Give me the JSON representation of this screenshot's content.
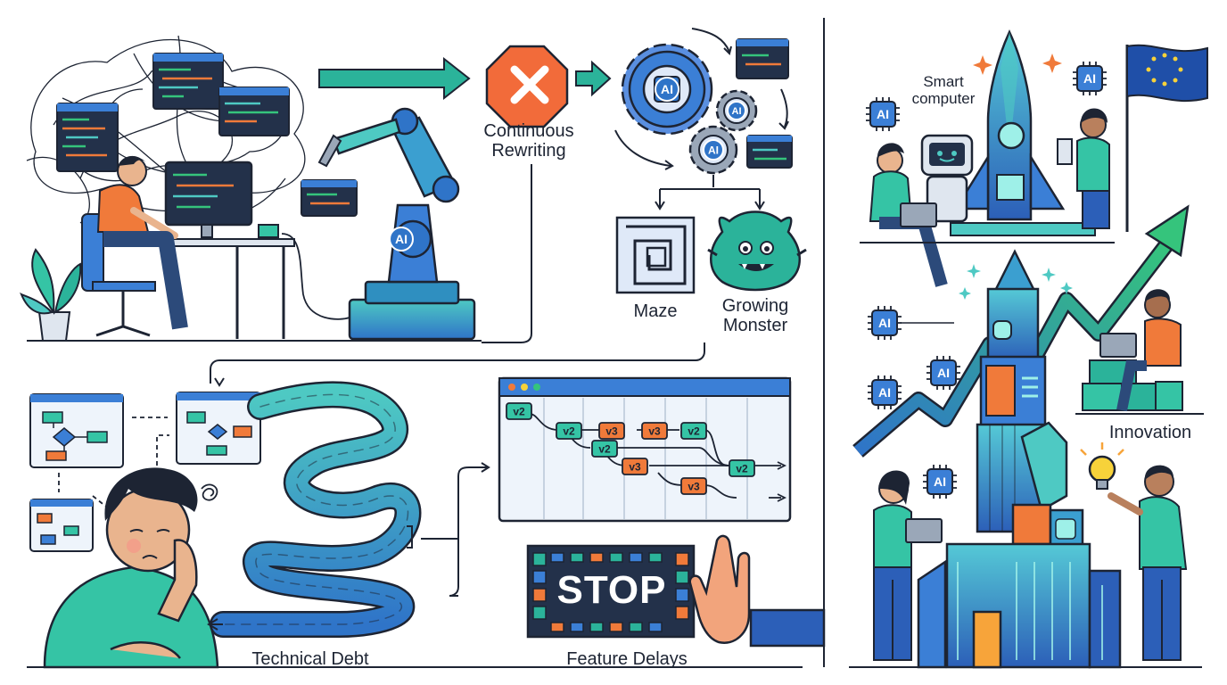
{
  "labels": {
    "continuous_rewriting_line1": "Continuous",
    "continuous_rewriting_line2": "Rewriting",
    "maze": "Maze",
    "growing_monster_line1": "Growing",
    "growing_monster_line2": "Monster",
    "smart_computer_line1": "Smart",
    "smart_computer_line2": "computer",
    "innovation": "Innovation",
    "technical_debt": "Technical Debt",
    "feature_delays": "Feature Delays",
    "stop": "STOP"
  },
  "ai_badge": "AI",
  "version_chips": [
    "v2",
    "v2",
    "v3",
    "v3",
    "v2",
    "v2",
    "v3",
    "v2",
    "v3"
  ],
  "colors": {
    "ink": "#1d2433",
    "teal": "#2bb39a",
    "blue": "#3b7fd6",
    "orange": "#f07a3a",
    "green_arrow": "#35c47c",
    "flag_blue": "#1f4fa8",
    "flag_star": "#f7d23a",
    "stop_red": "#f26b3a"
  },
  "icons": [
    "x-stop-icon",
    "gear-icon",
    "maze-icon",
    "monster-icon",
    "robot-arm-icon",
    "rocket-icon",
    "flag-icon",
    "lightbulb-icon",
    "growth-arrow-icon",
    "hand-stop-icon",
    "chip-icon"
  ]
}
